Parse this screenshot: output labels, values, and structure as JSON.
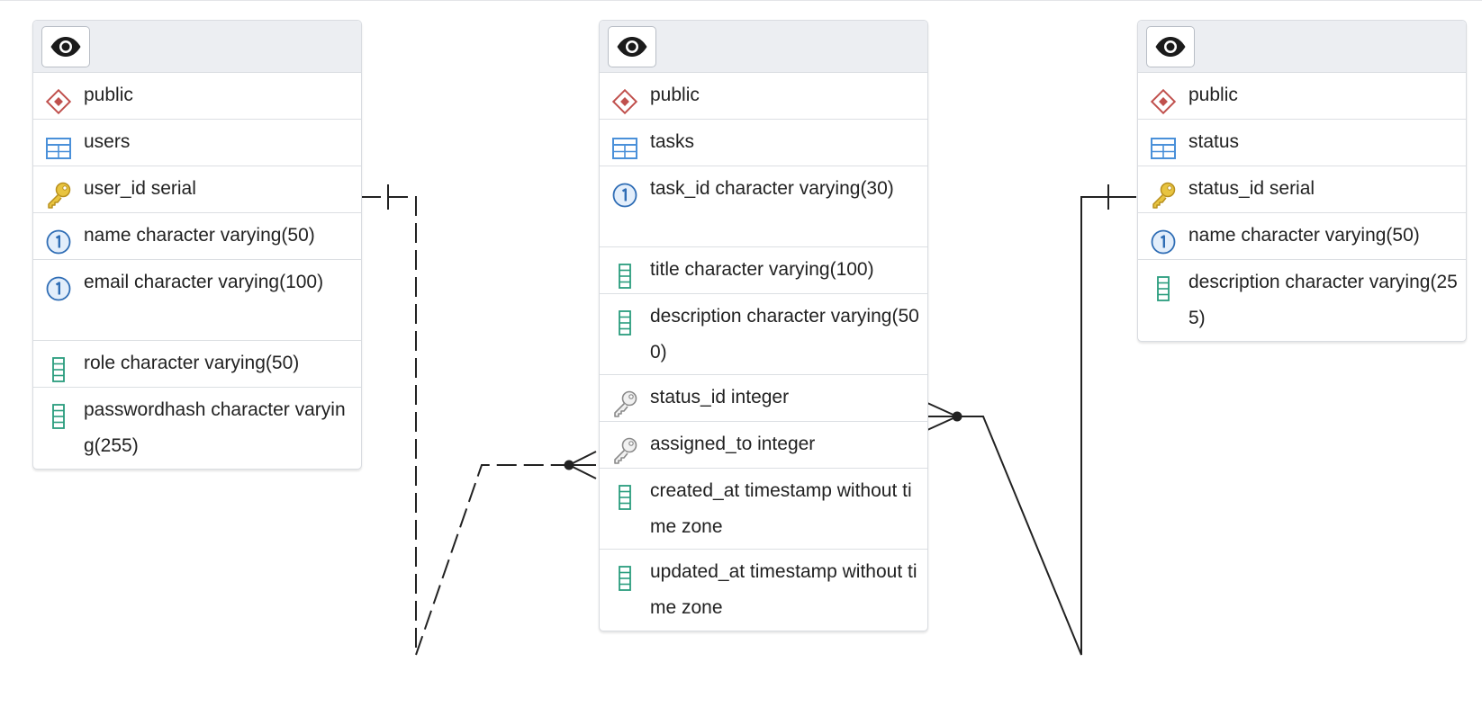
{
  "colors": {
    "canvas": "#ffffff",
    "header_bg": "#eceef2",
    "border": "#d9dce1",
    "schema_icon": "#c0504d",
    "table_icon": "#4a90d9",
    "pk_icon": "#e8c440",
    "unique_icon": "#2f6db5",
    "column_icon": "#2a9d7e",
    "fk_icon": "#8a8a8a",
    "link": "#222222"
  },
  "tables": [
    {
      "view_icon": "eye-icon",
      "schema": {
        "icon": "schema-icon",
        "label": "public"
      },
      "name": {
        "icon": "table-icon",
        "label": "users"
      },
      "columns": [
        {
          "icon": "primary-key-icon",
          "label": "user_id serial"
        },
        {
          "icon": "unique-constraint-icon",
          "label": "name character varying(50)"
        },
        {
          "icon": "unique-constraint-icon",
          "label": "email character varying(100)"
        },
        {
          "icon": "column-icon",
          "label": "role character varying(50)"
        },
        {
          "icon": "column-icon",
          "label": "passwordhash character varying(255)"
        }
      ]
    },
    {
      "view_icon": "eye-icon",
      "schema": {
        "icon": "schema-icon",
        "label": "public"
      },
      "name": {
        "icon": "table-icon",
        "label": "tasks"
      },
      "columns": [
        {
          "icon": "unique-constraint-icon",
          "label": "task_id character varying(30)"
        },
        {
          "icon": "column-icon",
          "label": "title character varying(100)"
        },
        {
          "icon": "column-icon",
          "label": "description character varying(500)"
        },
        {
          "icon": "foreign-key-icon",
          "label": "status_id integer"
        },
        {
          "icon": "foreign-key-icon",
          "label": "assigned_to integer"
        },
        {
          "icon": "column-icon",
          "label": "created_at timestamp without time zone"
        },
        {
          "icon": "column-icon",
          "label": "updated_at timestamp without time zone"
        }
      ]
    },
    {
      "view_icon": "eye-icon",
      "schema": {
        "icon": "schema-icon",
        "label": "public"
      },
      "name": {
        "icon": "table-icon",
        "label": "status"
      },
      "columns": [
        {
          "icon": "primary-key-icon",
          "label": "status_id serial"
        },
        {
          "icon": "unique-constraint-icon",
          "label": "name character varying(50)"
        },
        {
          "icon": "column-icon",
          "label": "description character varying(255)"
        }
      ]
    }
  ],
  "relationships": [
    {
      "from": "users.user_id",
      "to": "tasks.assigned_to",
      "cardinality": "one-to-many",
      "line_style": "dashed"
    },
    {
      "from": "status.status_id",
      "to": "tasks.status_id",
      "cardinality": "one-to-many",
      "line_style": "solid"
    }
  ]
}
